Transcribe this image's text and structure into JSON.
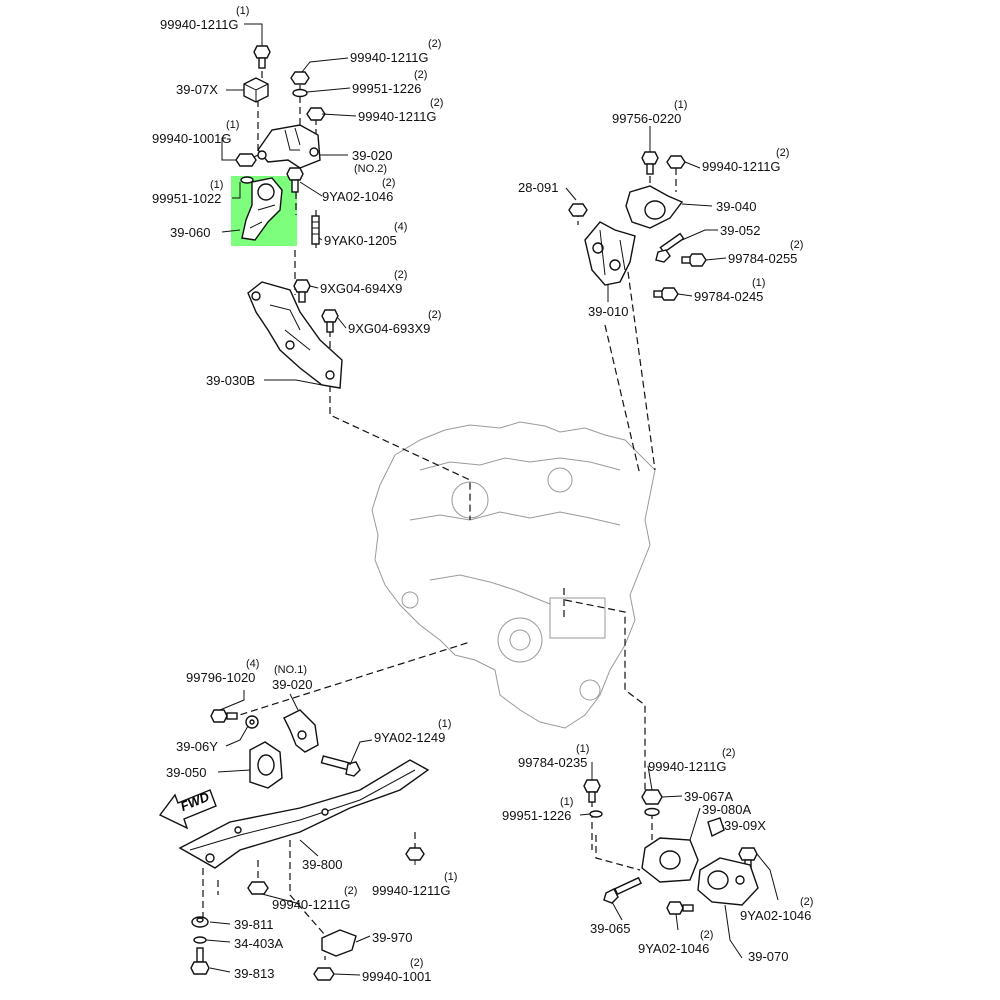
{
  "highlight_color": "#7dff7d",
  "fwd_label": "FWD",
  "parts": [
    {
      "id": "p1",
      "code": "99940-1211G",
      "qty": "(1)"
    },
    {
      "id": "p2",
      "code": "39-07X",
      "qty": ""
    },
    {
      "id": "p3",
      "code": "99940-1211G",
      "qty": "(2)"
    },
    {
      "id": "p4",
      "code": "99951-1226",
      "qty": "(2)"
    },
    {
      "id": "p5",
      "code": "99940-1211G",
      "qty": "(2)"
    },
    {
      "id": "p6",
      "code": "99940-1001G",
      "qty": "(1)"
    },
    {
      "id": "p7",
      "code": "39-020",
      "qty": "(NO.2)"
    },
    {
      "id": "p8",
      "code": "99951-1022",
      "qty": "(1)"
    },
    {
      "id": "p9",
      "code": "9YA02-1046",
      "qty": "(2)"
    },
    {
      "id": "p10",
      "code": "39-060",
      "qty": ""
    },
    {
      "id": "p11",
      "code": "9YAK0-1205",
      "qty": "(4)"
    },
    {
      "id": "p12",
      "code": "9XG04-694X9",
      "qty": "(2)"
    },
    {
      "id": "p13",
      "code": "9XG04-693X9",
      "qty": "(2)"
    },
    {
      "id": "p14",
      "code": "39-030B",
      "qty": ""
    },
    {
      "id": "p15",
      "code": "99756-0220",
      "qty": "(1)"
    },
    {
      "id": "p16",
      "code": "99940-1211G",
      "qty": "(2)"
    },
    {
      "id": "p17",
      "code": "28-091",
      "qty": ""
    },
    {
      "id": "p18",
      "code": "39-040",
      "qty": ""
    },
    {
      "id": "p19",
      "code": "39-052",
      "qty": ""
    },
    {
      "id": "p20",
      "code": "99784-0255",
      "qty": "(2)"
    },
    {
      "id": "p21",
      "code": "99784-0245",
      "qty": "(1)"
    },
    {
      "id": "p22",
      "code": "39-010",
      "qty": ""
    },
    {
      "id": "p23",
      "code": "99796-1020",
      "qty": "(4)"
    },
    {
      "id": "p24",
      "code": "39-020",
      "qty": "(NO.1)"
    },
    {
      "id": "p25",
      "code": "39-06Y",
      "qty": ""
    },
    {
      "id": "p26",
      "code": "9YA02-1249",
      "qty": "(1)"
    },
    {
      "id": "p27",
      "code": "39-050",
      "qty": ""
    },
    {
      "id": "p28",
      "code": "39-800",
      "qty": ""
    },
    {
      "id": "p29",
      "code": "99940-1211G",
      "qty": "(1)"
    },
    {
      "id": "p30",
      "code": "99940-1211G",
      "qty": "(2)"
    },
    {
      "id": "p31",
      "code": "39-811",
      "qty": ""
    },
    {
      "id": "p32",
      "code": "34-403A",
      "qty": ""
    },
    {
      "id": "p33",
      "code": "39-813",
      "qty": ""
    },
    {
      "id": "p34",
      "code": "39-970",
      "qty": ""
    },
    {
      "id": "p35",
      "code": "99940-1001",
      "qty": "(2)"
    },
    {
      "id": "p36",
      "code": "99784-0235",
      "qty": "(1)"
    },
    {
      "id": "p37",
      "code": "99940-1211G",
      "qty": "(2)"
    },
    {
      "id": "p38",
      "code": "39-067A",
      "qty": ""
    },
    {
      "id": "p39",
      "code": "99951-1226",
      "qty": "(1)"
    },
    {
      "id": "p40",
      "code": "39-080A",
      "qty": ""
    },
    {
      "id": "p41",
      "code": "39-09X",
      "qty": ""
    },
    {
      "id": "p42",
      "code": "9YA02-1046",
      "qty": "(2)"
    },
    {
      "id": "p43",
      "code": "39-065",
      "qty": ""
    },
    {
      "id": "p44",
      "code": "9YA02-1046",
      "qty": "(2)"
    },
    {
      "id": "p45",
      "code": "39-070",
      "qty": ""
    }
  ]
}
